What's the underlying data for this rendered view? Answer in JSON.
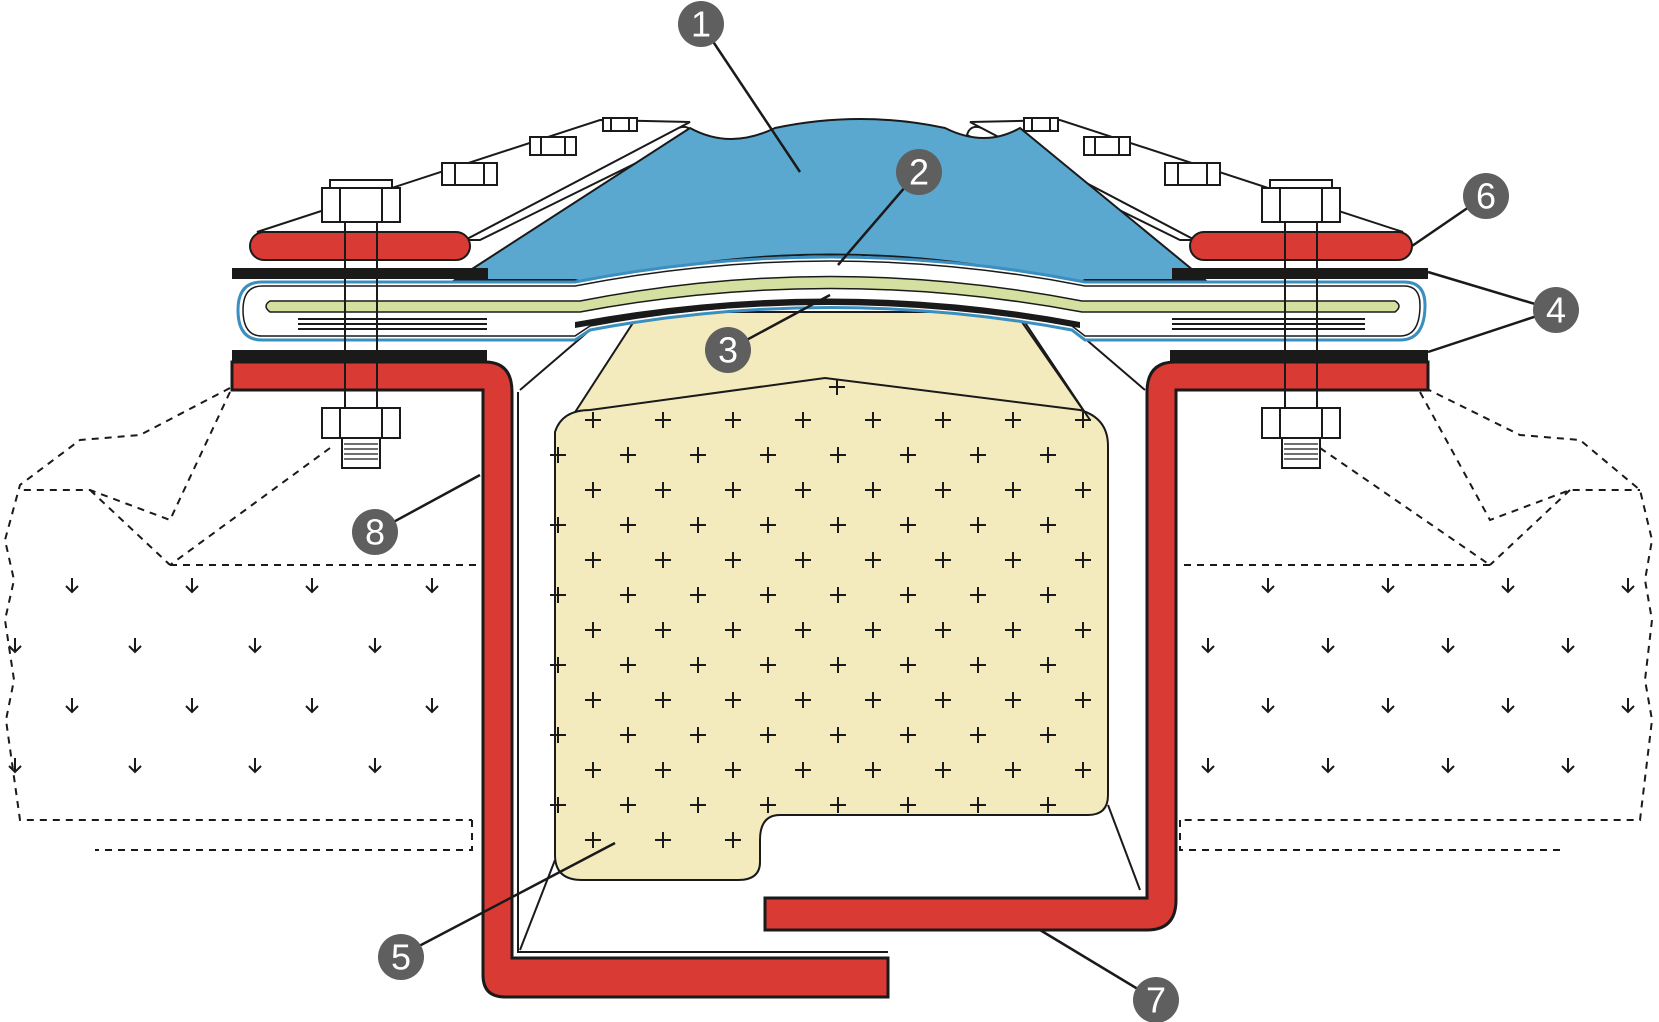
{
  "colors": {
    "ink": "#1a1a1a",
    "seal_blue": "#5aa8cf",
    "seal_green": "#d3e0a0",
    "filler_cream": "#f3ebbd",
    "flange_red": "#d93a33",
    "callout_gray": "#5f5f5f",
    "callout_text": "#ffffff"
  },
  "callouts": [
    {
      "id": "c1",
      "label": "1"
    },
    {
      "id": "c2",
      "label": "2"
    },
    {
      "id": "c3",
      "label": "3"
    },
    {
      "id": "c4",
      "label": "4"
    },
    {
      "id": "c5",
      "label": "5"
    },
    {
      "id": "c6",
      "label": "6"
    },
    {
      "id": "c7",
      "label": "7"
    },
    {
      "id": "c8",
      "label": "8"
    }
  ]
}
